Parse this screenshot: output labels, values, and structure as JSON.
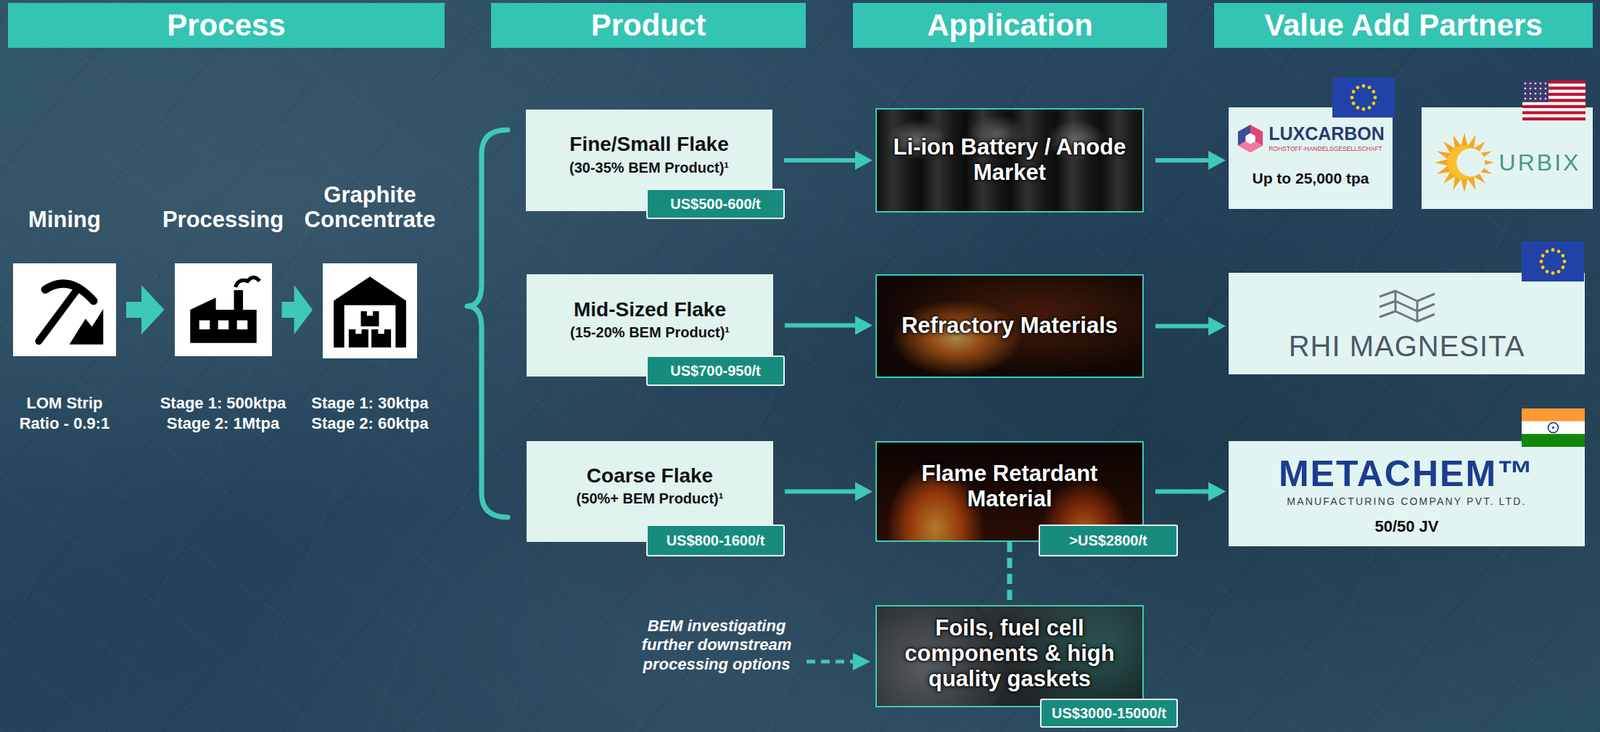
{
  "diagram": {
    "nodes": [
      {
        "text": [
          "Process"
        ]
      },
      {
        "text": [
          "Product"
        ]
      },
      {
        "text": [
          "Application"
        ]
      },
      {
        "text": [
          "Value Add Partners"
        ]
      },
      {
        "text": [
          "Mining",
          "LOM Strip Ratio - 0.9:1"
        ]
      },
      {
        "text": [
          "Processing",
          "Stage 1: 500ktpa Stage 2: 1Mtpa"
        ]
      },
      {
        "text": [
          "Graphite Concentrate",
          "Stage 1: 30ktpa Stage 2: 60ktpa"
        ]
      },
      {
        "text": [
          "Fine/Small Flake",
          "(30-35% BEM Product)¹"
        ]
      },
      {
        "text": [
          "US$500-600/t"
        ]
      },
      {
        "text": [
          "Mid-Sized Flake",
          "(15-20% BEM Product)¹"
        ]
      },
      {
        "text": [
          "US$700-950/t"
        ]
      },
      {
        "text": [
          "Coarse Flake",
          "(50%+ BEM Product)¹"
        ]
      },
      {
        "text": [
          "US$800-1600/t"
        ]
      },
      {
        "text": [
          "Li-ion Battery / Anode Market"
        ]
      },
      {
        "text": [
          "Refractory Materials"
        ]
      },
      {
        "text": [
          "Flame Retardant Material"
        ]
      },
      {
        "text": [
          ">US$2800/t"
        ]
      },
      {
        "text": [
          "Foils, fuel cell components & high quality gaskets"
        ]
      },
      {
        "text": [
          "US$3000-15000/t"
        ]
      },
      {
        "text": [
          "LUXCARBON",
          "ROHSTOFF-HANDELSGESELLSCHAFT",
          "Up to 25,000 tpa"
        ]
      },
      {
        "text": [
          "URBIX"
        ]
      },
      {
        "text": [
          "RHI MAGNESITA"
        ]
      },
      {
        "text": [
          "METACHEM™",
          "MANUFACTURING COMPANY PVT. LTD.",
          "50/50 JV"
        ]
      }
    ],
    "edges": [
      {
        "from": 4,
        "to": 5,
        "arrow": "to"
      },
      {
        "from": 5,
        "to": 6,
        "arrow": "to"
      },
      {
        "from": 7,
        "to": 13,
        "arrow": "to"
      },
      {
        "from": 9,
        "to": 14,
        "arrow": "to"
      },
      {
        "from": 11,
        "to": 15,
        "arrow": "to"
      },
      {
        "from": 15,
        "to": 17,
        "arrow": "none"
      },
      {
        "from": 13,
        "to": 19,
        "arrow": "to"
      },
      {
        "from": 14,
        "to": 21,
        "arrow": "to"
      },
      {
        "from": 15,
        "to": 22,
        "arrow": "to"
      }
    ],
    "labels": [
      "BEM investigating further downstream processing options"
    ]
  }
}
